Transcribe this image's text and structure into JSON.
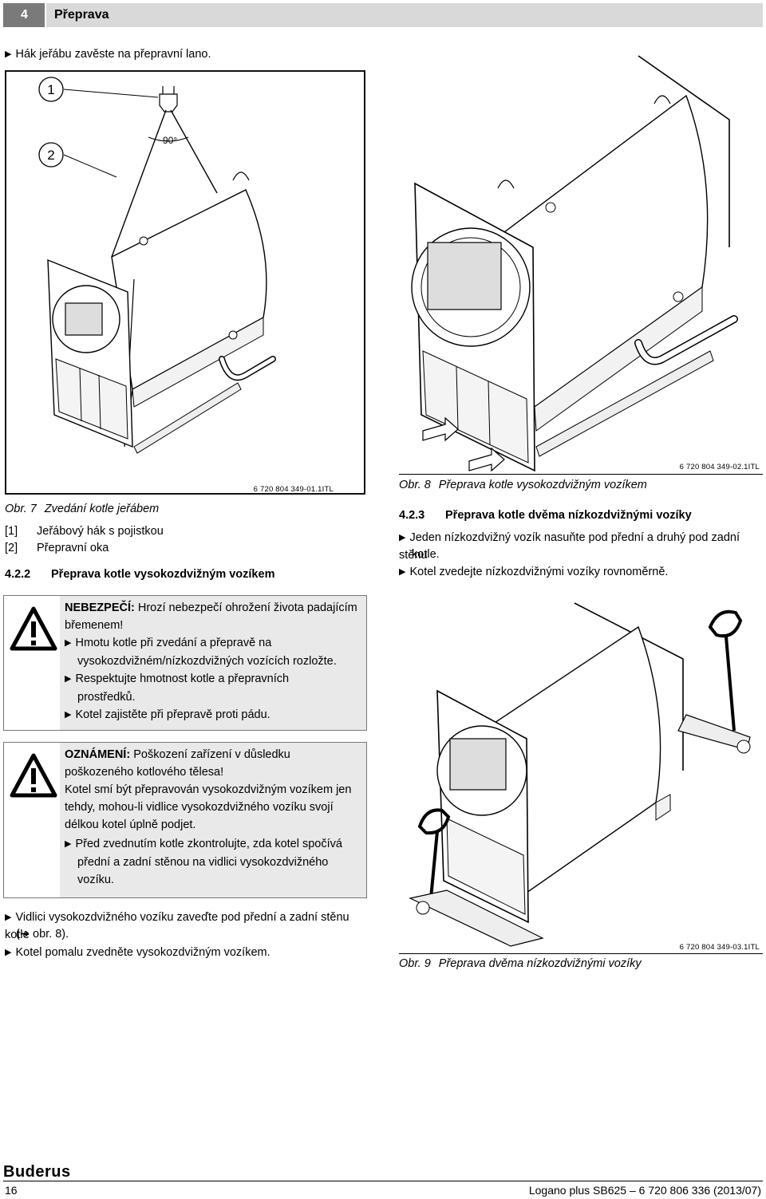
{
  "header": {
    "number": "4",
    "title": "Přeprava"
  },
  "left": {
    "step1": "Hák jeřábu zavěste na přepravní lano.",
    "figure7": {
      "code": "6 720 804 349-01.1ITL",
      "callout1": "1",
      "callout2": "2",
      "angle": "90°",
      "caption_label": "Obr. 7",
      "caption_text": "Zvedání kotle jeřábem",
      "legend": [
        {
          "key": "[1]",
          "text": "Jeřábový hák s pojistkou"
        },
        {
          "key": "[2]",
          "text": "Přepravní oka"
        }
      ]
    },
    "section": {
      "number": "4.2.2",
      "title": "Přeprava kotle vysokozdvižným vozíkem"
    },
    "danger": {
      "lead": "NEBEZPEČÍ:",
      "line1": "Hrozí nebezpečí ohrožení života padajícím",
      "line2": "břemenem!",
      "b1a": "Hmotu kotle při zvedání a přepravě na",
      "b1b": "vysokozdvižném/nízkozdvižných vozících rozložte.",
      "b2a": "Respektujte hmotnost kotle a přepravních",
      "b2b": "prostředků.",
      "b3": "Kotel zajistěte při přepravě proti pádu."
    },
    "notice": {
      "lead": "OZNÁMENÍ:",
      "line1": "Poškození zařízení v důsledku",
      "line2": "poškozeného kotlového tělesa!",
      "p1": "Kotel smí být přepravován vysokozdvižným vozíkem jen",
      "p2": "tehdy, mohou-li vidlice vysokozdvižného vozíku svojí",
      "p3": "délkou kotel úplně podjet.",
      "b1a": "Před zvednutím kotle zkontrolujte, zda kotel spočívá",
      "b1b": "přední a zadní stěnou na vidlici vysokozdvižného",
      "b1c": "vozíku."
    },
    "step2a": "Vidlici vysokozdvižného vozíku zaveďte pod přední a zadní stěnu kotle",
    "step2b": "(➔ obr. 8).",
    "step3": "Kotel pomalu zvedněte vysokozdvižným vozíkem."
  },
  "right": {
    "figure8": {
      "code": "6 720 804 349-02.1ITL",
      "caption_label": "Obr. 8",
      "caption_text": "Přeprava kotle vysokozdvižným vozíkem"
    },
    "section": {
      "number": "4.2.3",
      "title": "Přeprava kotle dvěma nízkozdvižnými vozíky"
    },
    "step1a": "Jeden nízkozdvižný vozík nasuňte pod přední a druhý pod zadní stěnu",
    "step1b": "kotle.",
    "step2": "Kotel zvedejte nízkozdvižnými vozíky rovnoměrně.",
    "figure9": {
      "code": "6 720 804 349-03.1ITL",
      "caption_label": "Obr. 9",
      "caption_text": "Přeprava dvěma nízkozdvižnými vozíky"
    }
  },
  "footer": {
    "logo": "Buderus",
    "page": "16",
    "doc": "Logano plus SB625 – 6 720 806 336 (2013/07)"
  }
}
